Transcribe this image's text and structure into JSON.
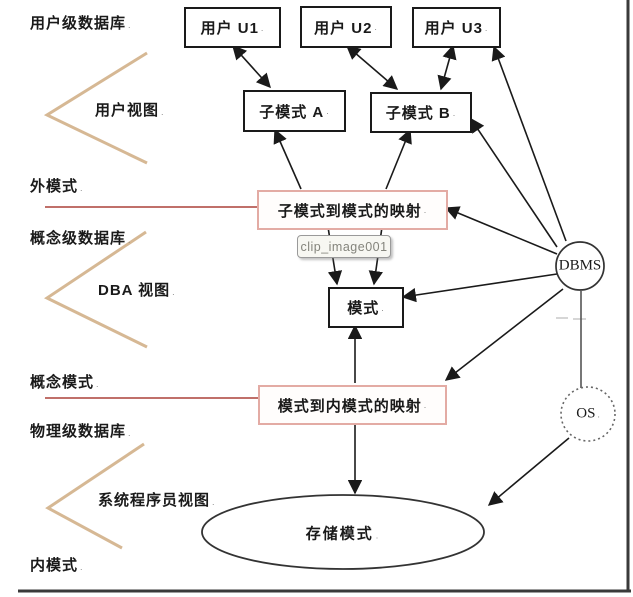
{
  "nodes": {
    "u1": "用户 U1",
    "u2": "用户 U2",
    "u3": "用户 U3",
    "sub_a": "子模式 A",
    "sub_b": "子模式 B",
    "map1": "子模式到模式的映射",
    "schema": "模式",
    "map2": "模式到内模式的映射",
    "storage": "存储模式",
    "dbms": "DBMS",
    "os": "OS"
  },
  "side_labels": {
    "user_db": "用户级数据库",
    "user_view": "用户视图",
    "external_schema": "外模式",
    "concept_db": "概念级数据库",
    "dba_view": "DBA 视图",
    "concept_schema": "概念模式",
    "physical_db": "物理级数据库",
    "sysprog_view": "系统程序员视图",
    "internal_schema": "内模式"
  },
  "tooltip": {
    "text": "clip_image001"
  },
  "marks": {
    "p": "."
  },
  "colors": {
    "box_border": "#1a1a1a",
    "mapping_border": "#e3aba4",
    "mapping_level_line": "#c0706a",
    "chevron": "#d6b894",
    "frame_border": "#3a3a3a",
    "tooltip_text": "#84847c"
  }
}
